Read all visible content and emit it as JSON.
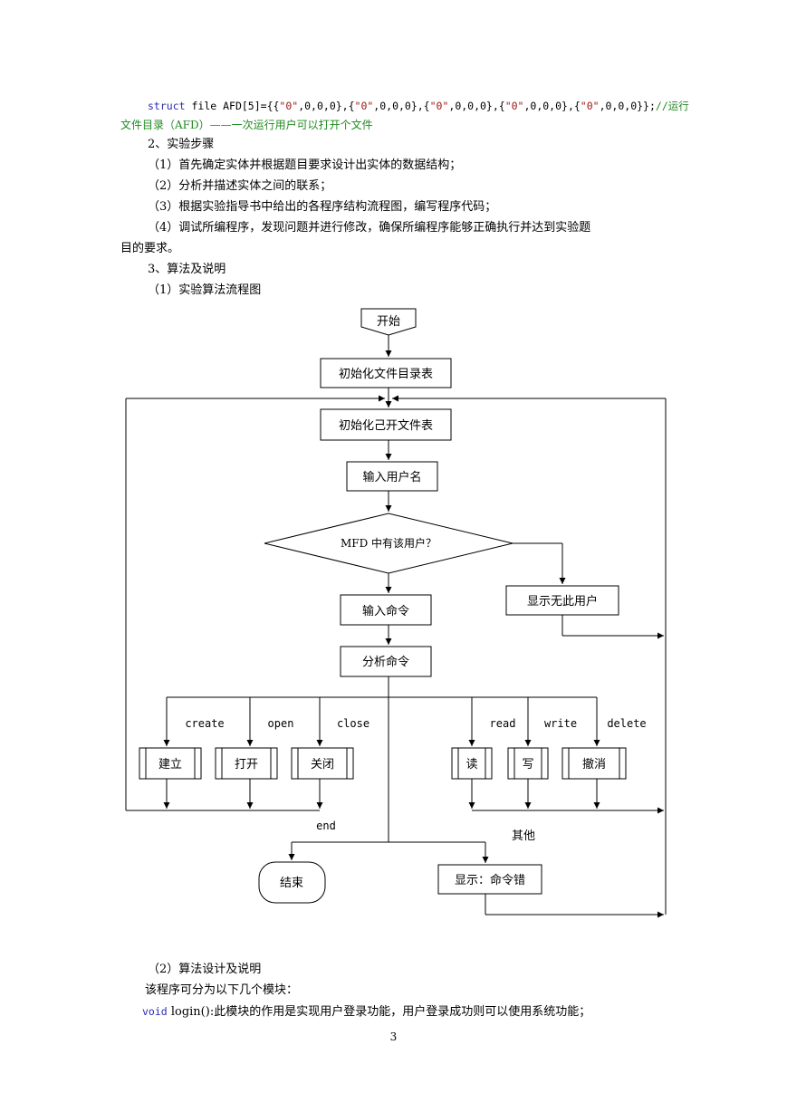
{
  "code_line": {
    "keyword": "struct",
    "struct_decl": "file AFD[5]={{",
    "s0": "\"0\"",
    "p1": ",0,0,0},{",
    "s1": "\"0\"",
    "p2": ",0,0,0},{",
    "s2": "\"0\"",
    "p3": ",0,0,0},{",
    "s3": "\"0\"",
    "p4": ",0,0,0},{",
    "s4": "\"0\"",
    "p5": ",0,0,0}};",
    "comment_part1": "//运行",
    "comment_part2": "文件目录（AFD）——一次运行用户可以打开个文件"
  },
  "section2": {
    "heading": "2、实验步骤",
    "steps": [
      "（1）首先确定实体并根据题目要求设计出实体的数据结构；",
      "（2）分析并描述实体之间的联系；",
      "（3）根据实验指导书中给出的各程序结构流程图，编写程序代码；",
      "（4）调试所编程序，发现问题并进行修改，确保所编程序能够正确执行并达到实验题",
      "目的要求。"
    ]
  },
  "section3": {
    "heading": "3、算法及说明",
    "sub1": "（1）实验算法流程图",
    "sub2": "（2）算法设计及说明",
    "intro": "该程序可分为以下几个模块：",
    "login_kw": "void",
    "login_rest": " login():此模块的作用是实现用户登录功能，用户登录成功则可以使用系统功能；"
  },
  "flowchart": {
    "start": "开始",
    "init_dir": "初始化文件目录表",
    "init_open": "初始化己开文件表",
    "input_user": "输入用户名",
    "decision": "MFD 中有该用户？",
    "no_user": "显示无此用户",
    "input_cmd": "输入命令",
    "parse_cmd": "分析命令",
    "branch_labels": {
      "create": "create",
      "open": "open",
      "close": "close",
      "read": "read",
      "write": "write",
      "delete": "delete",
      "end": "end",
      "other": "其他"
    },
    "proc_create": "建立",
    "proc_open": "打开",
    "proc_close": "关闭",
    "proc_read": "读",
    "proc_write": "写",
    "proc_delete": "撤消",
    "end": "结束",
    "cmd_error": "显示：命令错"
  },
  "page_number": "3"
}
